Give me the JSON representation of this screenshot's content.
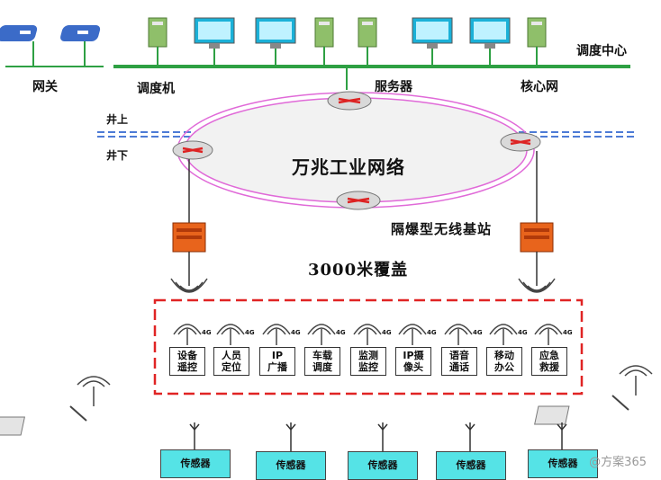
{
  "top": {
    "gateway_label": "网关",
    "dispatcher_label": "调度机",
    "server_label": "服务器",
    "core_label": "核心网",
    "center_label": "调度中心"
  },
  "levels": {
    "above_label": "井上",
    "below_label": "井下"
  },
  "ring": {
    "title": "万兆工业网络"
  },
  "base_station": {
    "label": "隔爆型无线基站"
  },
  "coverage": {
    "label": "3000米覆盖"
  },
  "signal_badge": "4G",
  "services": [
    {
      "line1": "设备",
      "line2": "遥控"
    },
    {
      "line1": "人员",
      "line2": "定位"
    },
    {
      "line1": "IP",
      "line2": "广播"
    },
    {
      "line1": "车载",
      "line2": "调度"
    },
    {
      "line1": "监测",
      "line2": "监控"
    },
    {
      "line1": "IP摄",
      "line2": "像头"
    },
    {
      "line1": "语音",
      "line2": "通话"
    },
    {
      "line1": "移动",
      "line2": "办公"
    },
    {
      "line1": "应急",
      "line2": "救援"
    }
  ],
  "sensors": [
    "传感器",
    "传感器",
    "传感器",
    "传感器",
    "传感器"
  ],
  "watermark": "@方案365",
  "colors": {
    "backbone": "#2ea043",
    "ring": "#e06ad8",
    "dash_line": "#4d7bd6",
    "red_dashed": "#e02424",
    "sensor_fill": "#55e3e6",
    "station": "#e8641c",
    "monitor": "#1bb1d8"
  }
}
